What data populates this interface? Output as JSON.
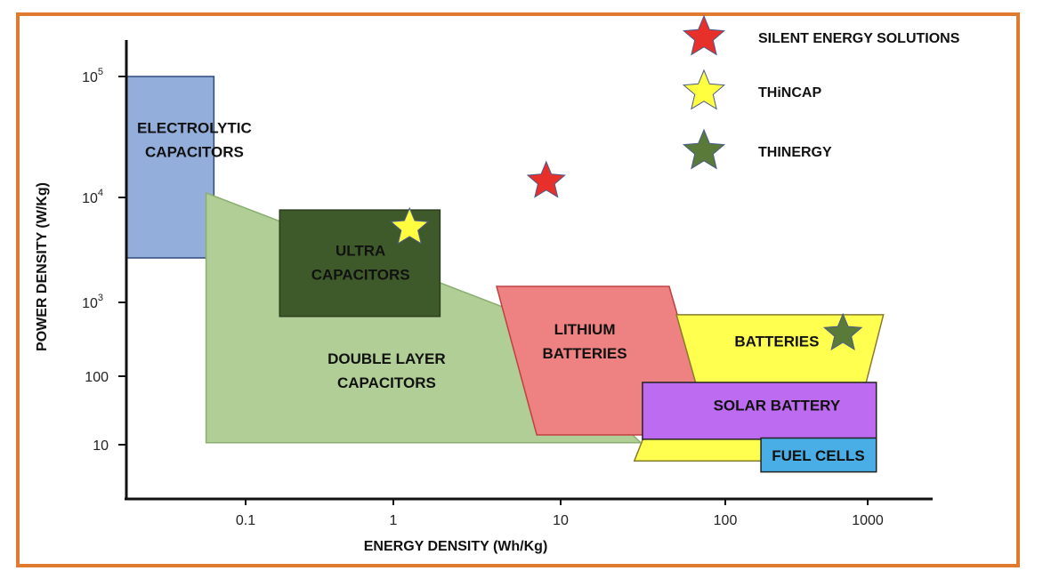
{
  "chart_data": {
    "type": "area",
    "title": "",
    "xlabel": "ENERGY DENSITY (Wh/Kg)",
    "ylabel": "POWER DENSITY (W/Kg)",
    "xscale": "log",
    "yscale": "log",
    "xticks": [
      {
        "v": 0.1,
        "label": "0.1"
      },
      {
        "v": 1,
        "label": "1"
      },
      {
        "v": 10,
        "label": "10"
      },
      {
        "v": 100,
        "label": "100"
      },
      {
        "v": 1000,
        "label": "1000"
      }
    ],
    "yticks": [
      {
        "v": 100000,
        "base": "10",
        "exp": "5"
      },
      {
        "v": 10000,
        "base": "10",
        "exp": "4"
      },
      {
        "v": 1000,
        "base": "10",
        "exp": "3"
      },
      {
        "v": 100,
        "base": "100",
        "exp": ""
      },
      {
        "v": 10,
        "base": "10",
        "exp": ""
      }
    ],
    "regions": [
      {
        "name": "electrolytic-capacitors",
        "labels": [
          "ELECTROLYTIC",
          "CAPACITORS"
        ],
        "color": "#94AEDB",
        "stroke": "#2F4A7A",
        "points": [
          [
            0.0156,
            100000
          ],
          [
            0.061,
            100000
          ],
          [
            0.061,
            2650
          ],
          [
            0.0156,
            2650
          ]
        ],
        "label_at": [
          0.045,
          30000
        ]
      },
      {
        "name": "double-layer-capacitors",
        "labels": [
          "DOUBLE LAYER",
          "CAPACITORS"
        ],
        "color": "#B0CE95",
        "stroke": "#8AAE70",
        "points": [
          [
            0.054,
            10900
          ],
          [
            4.5,
            870
          ],
          [
            30.6,
            10.7
          ],
          [
            0.054,
            10.7
          ]
        ],
        "label_at": [
          0.9,
          120
        ]
      },
      {
        "name": "ultra-capacitors",
        "labels": [
          "ULTRA",
          "CAPACITORS"
        ],
        "color": "#3F5A2A",
        "stroke": "#2A3D1C",
        "label_color": "#FFFFFF",
        "points": [
          [
            0.17,
            7600
          ],
          [
            1.9,
            7600
          ],
          [
            1.9,
            645
          ],
          [
            0.17,
            645
          ]
        ],
        "label_at": [
          0.6,
          2400
        ]
      },
      {
        "name": "lithium-batteries",
        "labels": [
          "LITHIUM",
          "BATTERIES"
        ],
        "color": "#EE8282",
        "stroke": "#C04040",
        "points": [
          [
            4.14,
            1420
          ],
          [
            45.6,
            1420
          ],
          [
            83,
            13.9
          ],
          [
            7.2,
            13.9
          ]
        ],
        "label_at": [
          14,
          300
        ]
      },
      {
        "name": "batteries",
        "labels": [
          "BATTERIES"
        ],
        "color": "#FFFF4F",
        "stroke": "#8A7A2A",
        "points": [
          [
            50.5,
            680
          ],
          [
            1290,
            680
          ],
          [
            975,
            81
          ],
          [
            975,
            5.8
          ],
          [
            28,
            5.8
          ],
          [
            31.4,
            11.6
          ],
          [
            66,
            81
          ]
        ],
        "label_at": [
          230,
          300
        ]
      },
      {
        "name": "solar-battery",
        "labels": [
          "SOLAR BATTERY"
        ],
        "color": "#BD6CF2",
        "stroke": "#222222",
        "points": [
          [
            31.4,
            81
          ],
          [
            1150,
            81
          ],
          [
            1150,
            12
          ],
          [
            31.4,
            12
          ]
        ],
        "label_at": [
          230,
          38
        ]
      },
      {
        "name": "fuel-cells",
        "labels": [
          "FUEL CELLS"
        ],
        "color": "#4AAEE6",
        "stroke": "#222222",
        "points": [
          [
            178,
            12.5
          ],
          [
            1150,
            12.5
          ],
          [
            1150,
            4.0
          ],
          [
            178,
            4.0
          ]
        ],
        "label_at": [
          450,
          7
        ]
      }
    ],
    "series": [
      {
        "name": "SILENT ENERGY SOLUTIONS",
        "color": "#E8302A",
        "x": 8.2,
        "y": 13600
      },
      {
        "name": "THiNCAP",
        "color": "#FFFF40",
        "x": 1.25,
        "y": 5150
      },
      {
        "name": "THINERGY",
        "color": "#5A7A3A",
        "x": 670,
        "y": 378
      }
    ],
    "legend": "top-right"
  }
}
